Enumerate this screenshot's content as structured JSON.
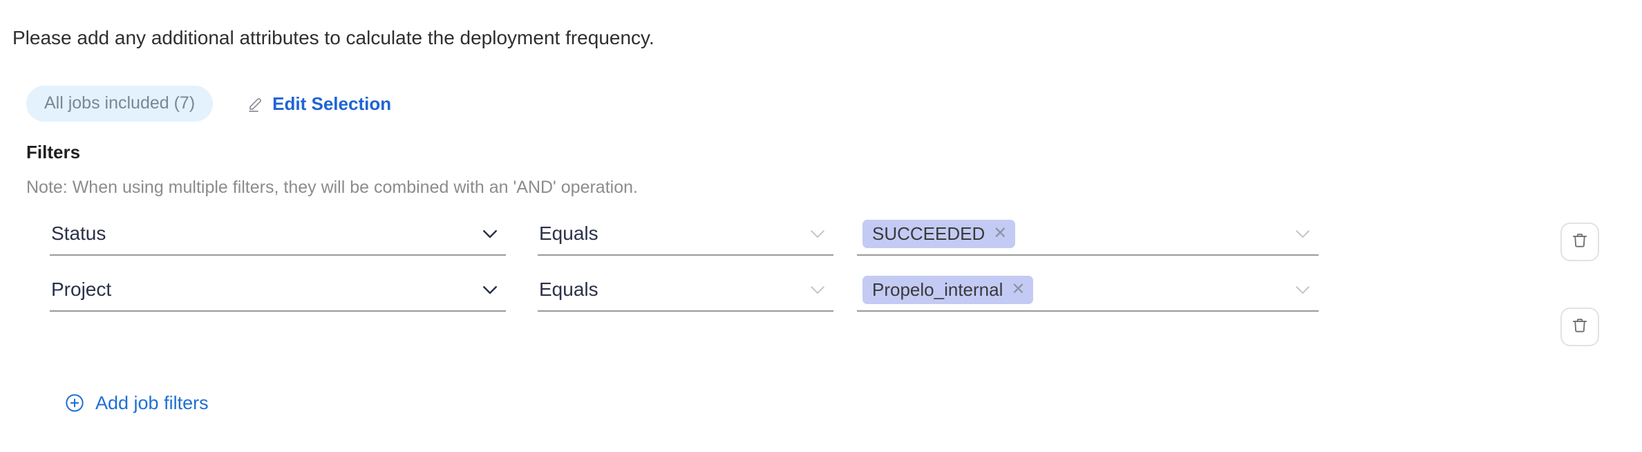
{
  "intro": {
    "text": "Please add any additional attributes to calculate the deployment frequency."
  },
  "selection": {
    "jobs_pill_label": "All jobs included (7)",
    "edit_label": "Edit Selection",
    "pencil_icon": "pencil-icon"
  },
  "filters": {
    "heading": "Filters",
    "note": "Note: When using multiple filters, they will be combined with an 'AND' operation.",
    "add_label": "Add job filters",
    "add_icon": "plus-circle-icon",
    "delete_icon": "trash-icon",
    "chevron_icon": "chevron-down-icon",
    "chip_close_icon": "close-icon",
    "rows": [
      {
        "attribute": "Status",
        "operator": "Equals",
        "value": "SUCCEEDED"
      },
      {
        "attribute": "Project",
        "operator": "Equals",
        "value": "Propelo_internal"
      }
    ]
  },
  "colors": {
    "link_blue": "#1f6fd4",
    "pill_bg": "#e3f2fd",
    "pill_text": "#7b8794",
    "chip_bg": "#c3cbf4",
    "field_text": "#2b3149",
    "note_text": "#8c8c8c",
    "underline": "#9a9a9a"
  }
}
